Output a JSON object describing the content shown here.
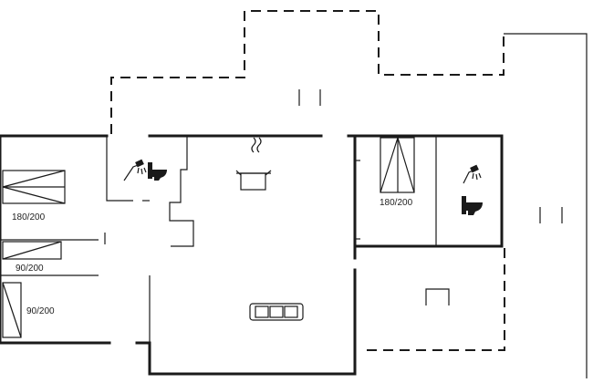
{
  "plan": {
    "bed_labels": [
      "180/200",
      "90/200",
      "90/200",
      "180/200"
    ],
    "icons": {
      "shower": "shower-icon",
      "toilet": "toilet-icon",
      "cooking": "cooking-pot-icon",
      "sofa": "sofa-icon",
      "table": "table-icon"
    },
    "line_color": "#1a1a1a",
    "background": "#ffffff"
  }
}
